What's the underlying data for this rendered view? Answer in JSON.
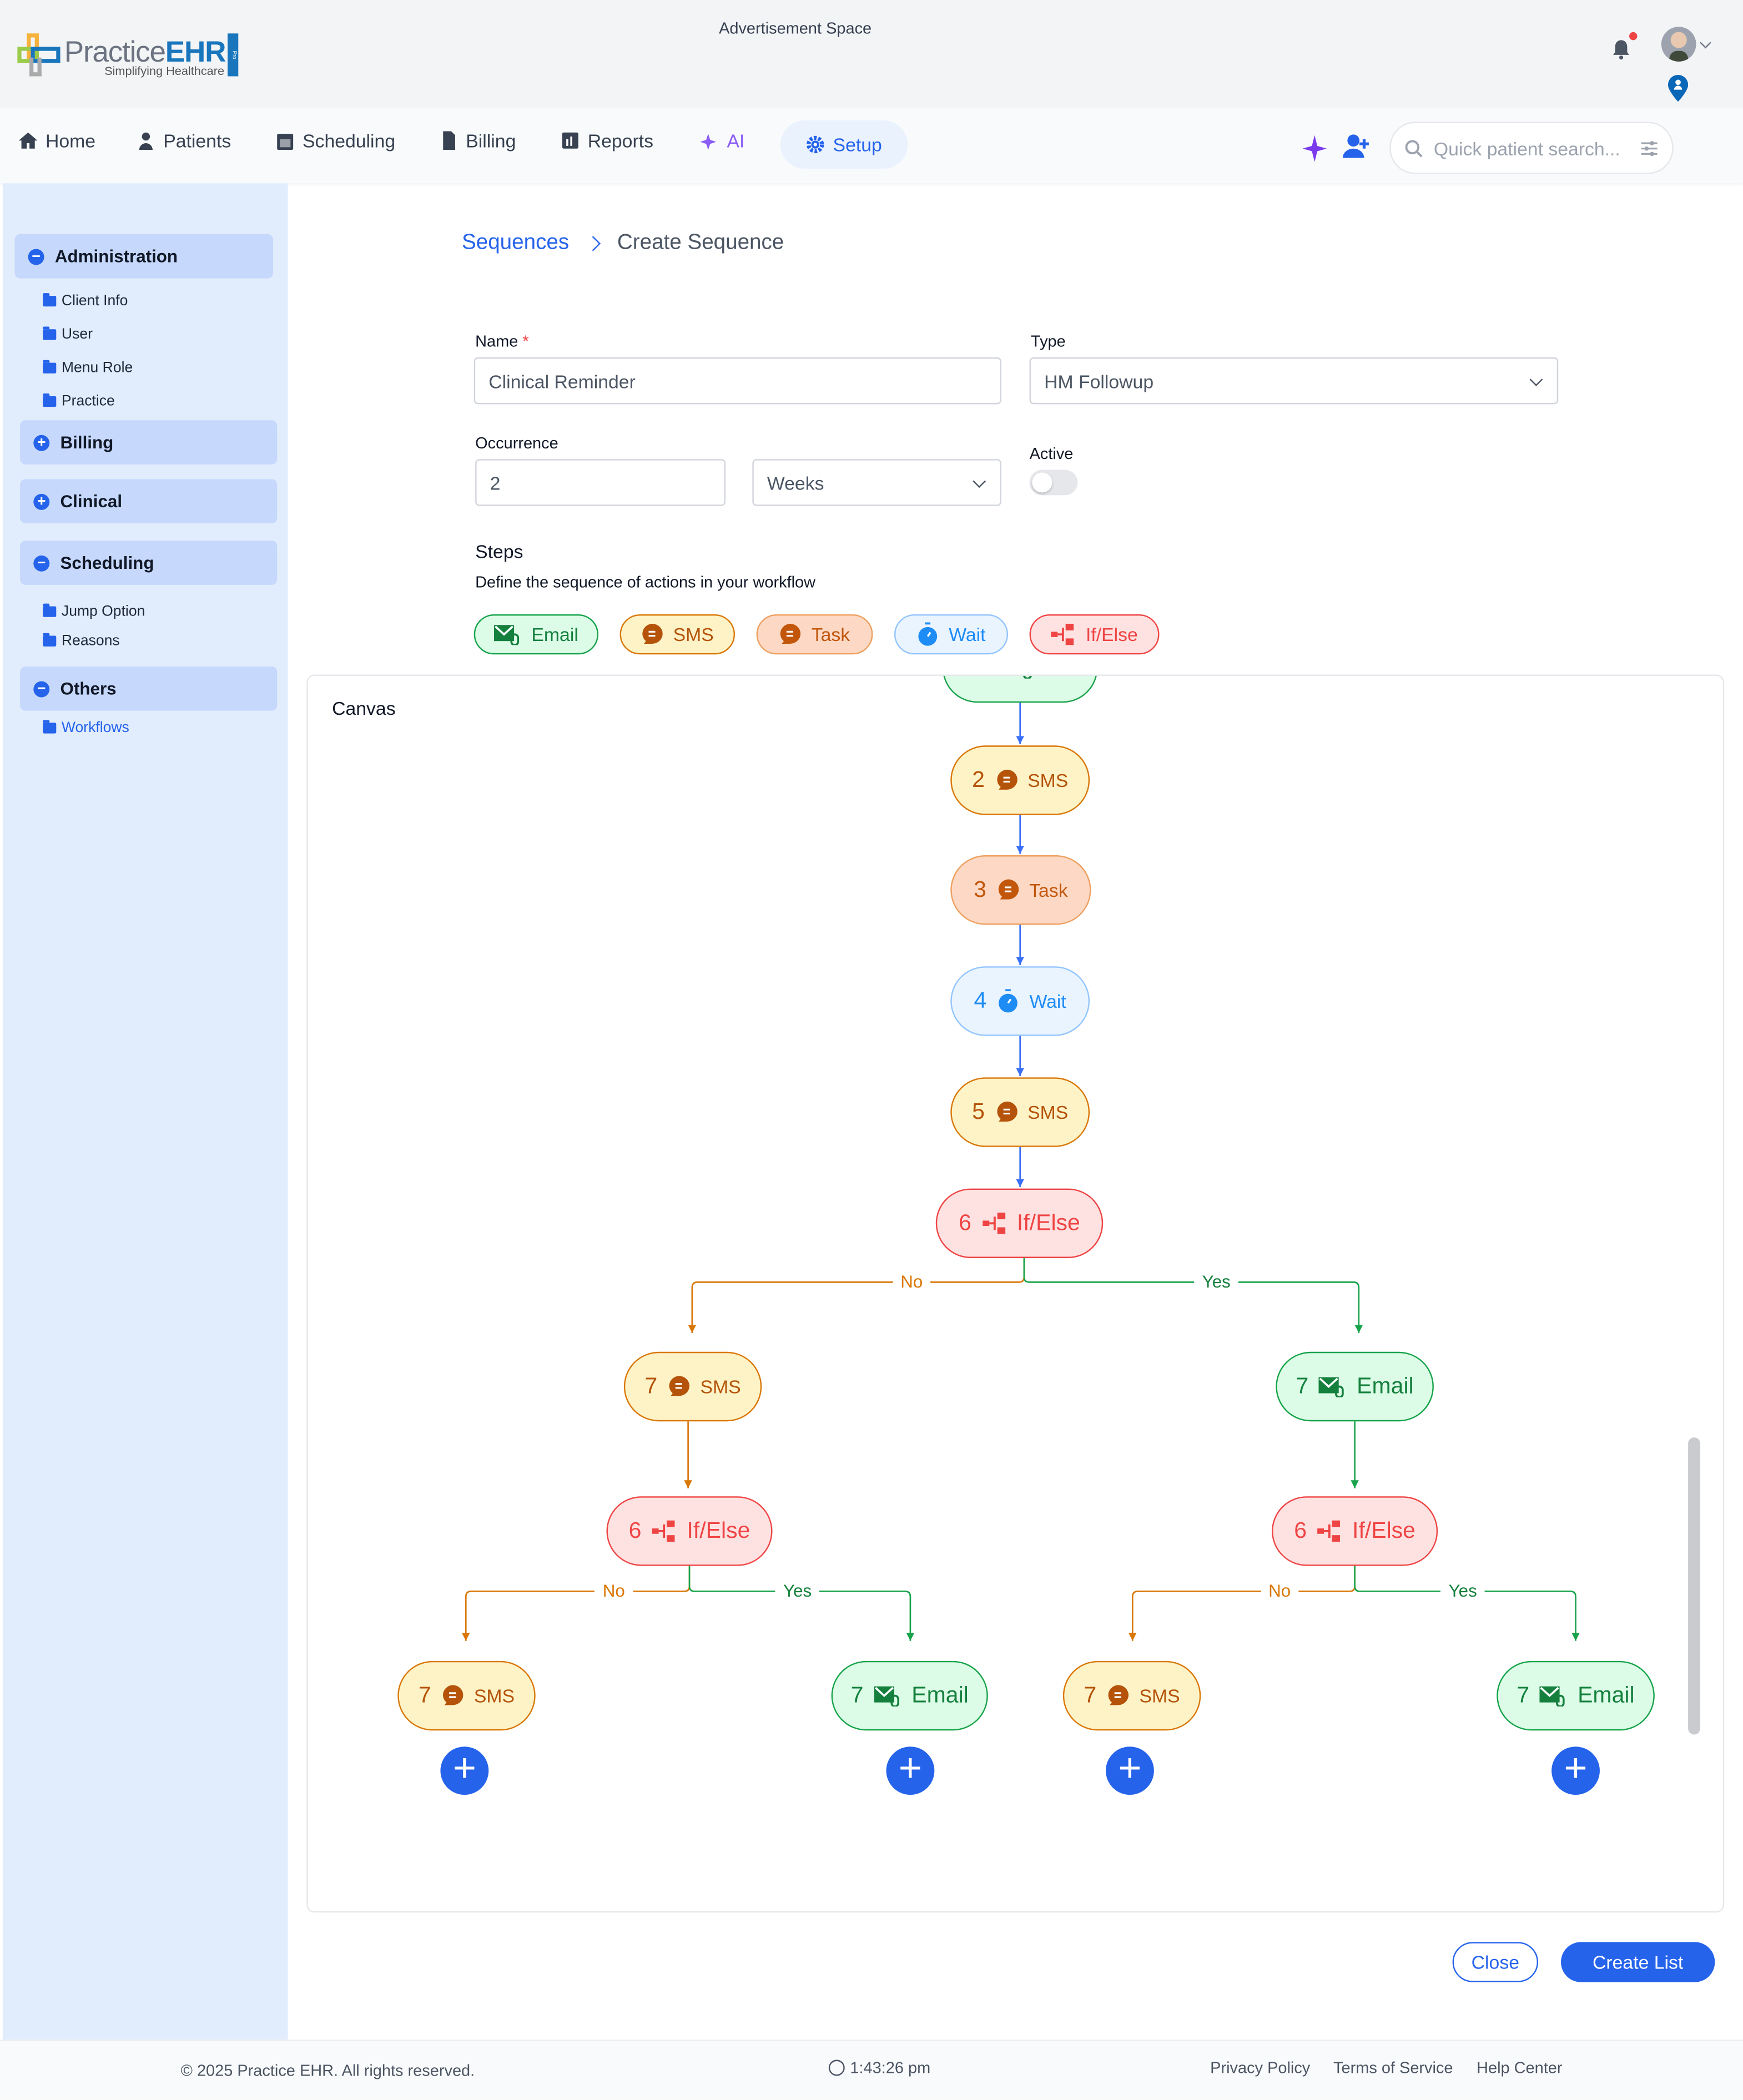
{
  "header": {
    "logo_text_a": "Practice",
    "logo_text_b": "EHR",
    "logo_tagline": "Simplifying Healthcare",
    "logo_badge": "Pro",
    "ad_text": "Advertisement Space",
    "notification_dot_color": "#ef4444"
  },
  "nav": {
    "items": [
      {
        "label": "Home",
        "icon": "home-icon"
      },
      {
        "label": "Patients",
        "icon": "patient-icon"
      },
      {
        "label": "Scheduling",
        "icon": "calendar-icon"
      },
      {
        "label": "Billing",
        "icon": "invoice-icon"
      },
      {
        "label": "Reports",
        "icon": "chart-icon"
      },
      {
        "label": "AI",
        "icon": "sparkle-icon"
      },
      {
        "label": "Setup",
        "icon": "gear-icon",
        "active": true
      }
    ],
    "search_placeholder": "Quick patient search..."
  },
  "sidebar": {
    "sections": [
      {
        "label": "Administration",
        "expanded": true,
        "items": [
          "Client Info",
          "User",
          "Menu Role",
          "Practice"
        ]
      },
      {
        "label": "Billing",
        "expanded": false,
        "items": []
      },
      {
        "label": "Clinical",
        "expanded": false,
        "items": []
      },
      {
        "label": "Scheduling",
        "expanded": true,
        "items": [
          "Jump Option",
          "Reasons"
        ]
      },
      {
        "label": "Others",
        "expanded": true,
        "items": [
          "Workflows"
        ],
        "active_item": "Workflows"
      }
    ]
  },
  "breadcrumb": {
    "parent": "Sequences",
    "current": "Create Sequence"
  },
  "form": {
    "name_label": "Name",
    "required_mark": "*",
    "name_value": "Clinical Reminder",
    "type_label": "Type",
    "type_value": "HM Followup",
    "occurrence_label": "Occurrence",
    "occurrence_value": "2",
    "occurrence_unit": "Weeks",
    "active_label": "Active",
    "active": false,
    "steps_title": "Steps",
    "steps_desc": "Define the sequence of actions in your workflow"
  },
  "step_types": [
    {
      "type": "email",
      "label": "Email"
    },
    {
      "type": "sms",
      "label": "SMS"
    },
    {
      "type": "task",
      "label": "Task"
    },
    {
      "type": "wait",
      "label": "Wait"
    },
    {
      "type": "ifelse",
      "label": "If/Else"
    }
  ],
  "colors": {
    "email": {
      "bg": "#dcfce7",
      "border": "#16a34a",
      "text": "#15803d"
    },
    "sms": {
      "bg": "#fef3c7",
      "border": "#d97706",
      "text": "#b45309"
    },
    "task": {
      "bg": "#fdd9c5",
      "border": "#eea060",
      "text": "#c2570c"
    },
    "wait": {
      "bg": "#eaf4ff",
      "border": "#93c5fd",
      "text": "#1e8cf5"
    },
    "ifelse": {
      "bg": "#fee2e2",
      "border": "#ef4444",
      "text": "#ef4444"
    },
    "accent": "#2563eb"
  },
  "canvas": {
    "title": "Canvas",
    "no_label": "No",
    "yes_label": "Yes",
    "nodes": [
      {
        "step": "",
        "type": "email",
        "label": ""
      },
      {
        "step": "2",
        "type": "sms",
        "label": "SMS"
      },
      {
        "step": "3",
        "type": "task",
        "label": "Task"
      },
      {
        "step": "4",
        "type": "wait",
        "label": "Wait"
      },
      {
        "step": "5",
        "type": "sms",
        "label": "SMS"
      },
      {
        "step": "6",
        "type": "ifelse",
        "label": "If/Else"
      },
      {
        "step": "7",
        "type": "sms",
        "label": "SMS"
      },
      {
        "step": "7",
        "type": "email",
        "label": "Email"
      },
      {
        "step": "6",
        "type": "ifelse",
        "label": "If/Else"
      },
      {
        "step": "6",
        "type": "ifelse",
        "label": "If/Else"
      },
      {
        "step": "7",
        "type": "sms",
        "label": "SMS"
      },
      {
        "step": "7",
        "type": "email",
        "label": "Email"
      },
      {
        "step": "7",
        "type": "sms",
        "label": "SMS"
      },
      {
        "step": "7",
        "type": "email",
        "label": "Email"
      }
    ]
  },
  "actions": {
    "close": "Close",
    "create": "Create List"
  },
  "footer": {
    "copyright": "© 2025 Practice EHR. All rights reserved.",
    "time": "1:43:26 pm",
    "links": [
      "Privacy Policy",
      "Terms of Service",
      "Help Center"
    ]
  }
}
